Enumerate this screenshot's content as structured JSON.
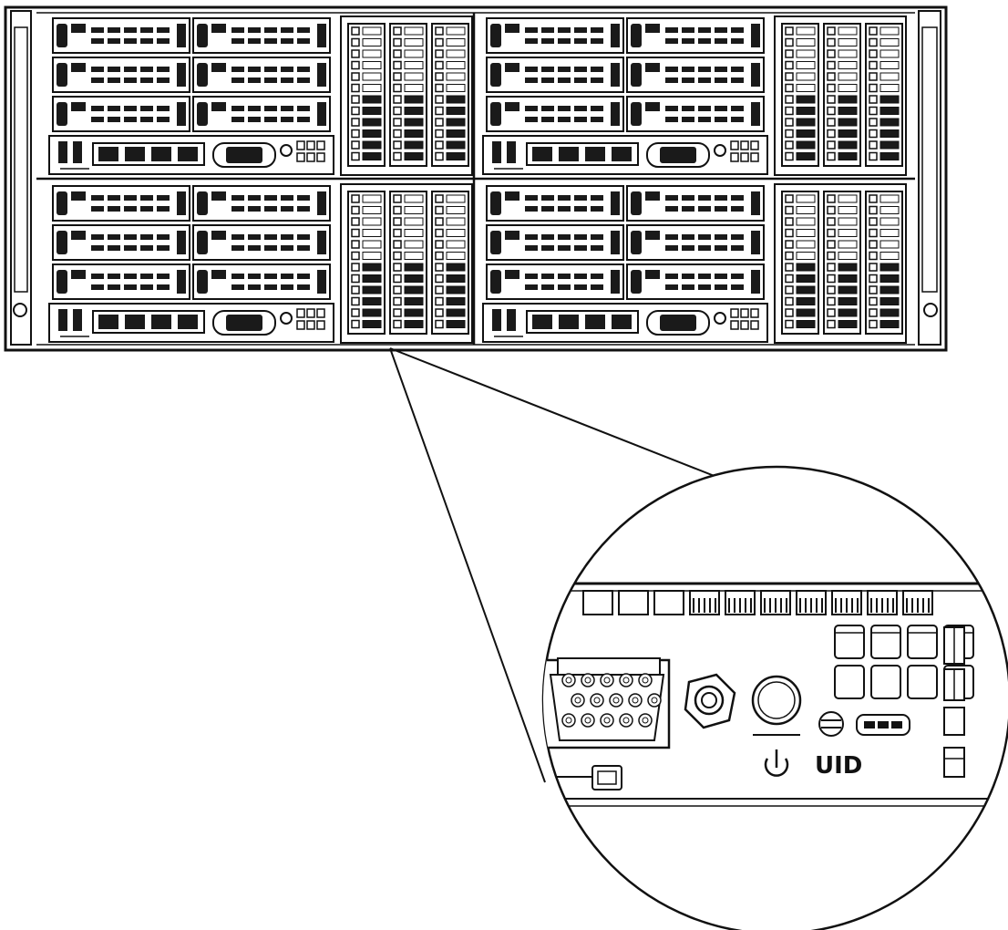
{
  "diagram": {
    "chassis": {
      "node_count": 4,
      "drive_rows_per_node": 3,
      "drives_per_row": 2,
      "fan_columns_per_bay": 3
    },
    "detail_callout": {
      "power_symbol": "⏻",
      "uid_label": "UID"
    }
  },
  "colors": {
    "line": "#111111",
    "fill_dark": "#1a1a1a",
    "fill_light": "#ffffff",
    "background": "#ffffff"
  }
}
